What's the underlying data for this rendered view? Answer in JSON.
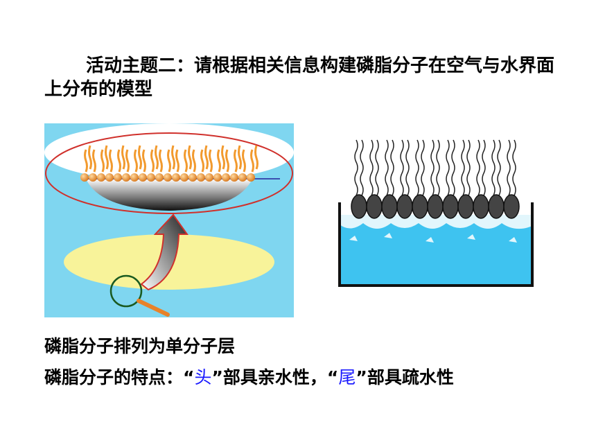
{
  "title": "活动主题二：请根据相关信息构建磷脂分子在空气与水界面上分布的模型",
  "line1": "磷脂分子排列为单分子层",
  "line2": {
    "prefix": "磷脂分子的特点：",
    "quote_open": "“",
    "head_word": "头",
    "quote_close": "”",
    "middle": "部具亲水性，",
    "tail_word": "尾",
    "suffix": "部具疏水性"
  },
  "colors": {
    "water": "#7fd6f0",
    "pond": "#f8f39a",
    "head_orange": "#f29a2e",
    "blue_text": "#1a1aff",
    "tank_water": "#3ec3f0"
  }
}
